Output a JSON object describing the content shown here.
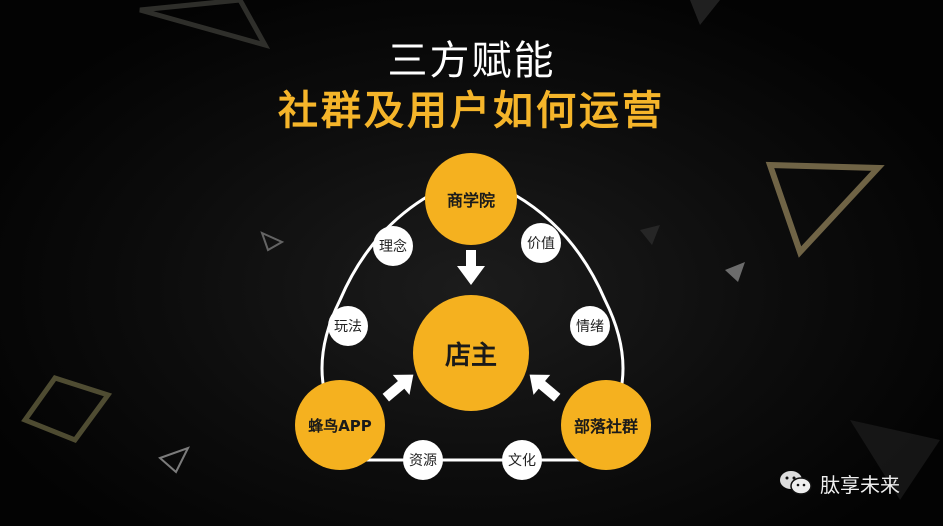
{
  "title": {
    "line1": "三方赋能",
    "line2": "社群及用户如何运营"
  },
  "colors": {
    "accent": "#f5b11f",
    "title_accent": "#f5b52a",
    "background": "#050505"
  },
  "diagram": {
    "center": "店主",
    "nodes": {
      "top": "商学院",
      "left": "蜂鸟APP",
      "right": "部落社群"
    },
    "edge_labels": {
      "top_left": [
        "理念",
        "玩法"
      ],
      "top_right": [
        "价值",
        "情绪"
      ],
      "bottom": [
        "资源",
        "文化"
      ]
    },
    "faint_text": ""
  },
  "footer": {
    "brand_icon": "wechat-icon",
    "brand_name": "肽享未来"
  }
}
